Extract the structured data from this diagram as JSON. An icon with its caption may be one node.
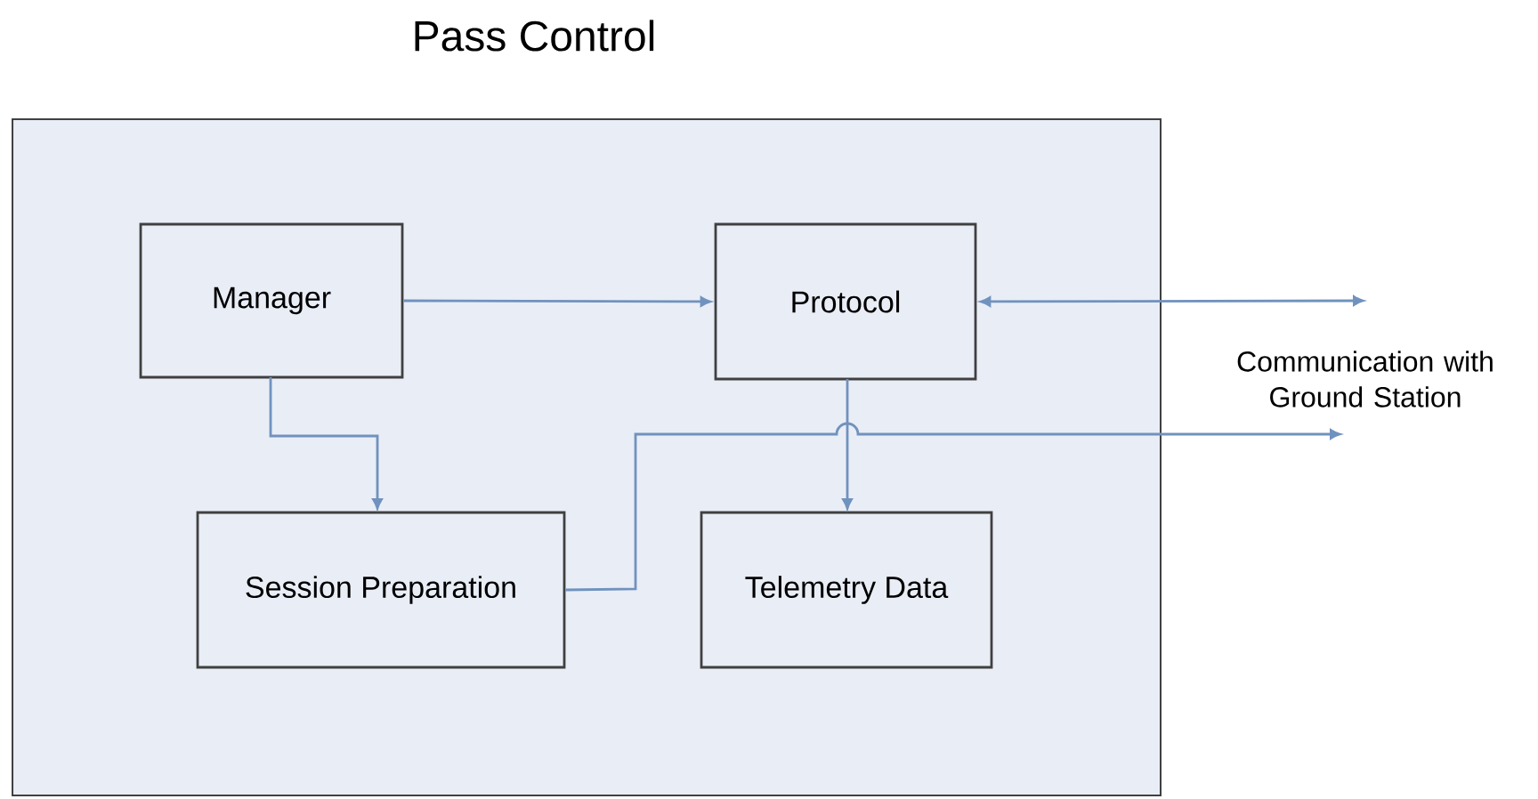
{
  "diagram": {
    "nodes": [
      {
        "text": [
          "Pass Control"
        ]
      },
      {
        "text": [
          "Manager"
        ],
        "in": 0
      },
      {
        "text": [
          "Protocol"
        ],
        "in": 0
      },
      {
        "text": [
          "Session Preparation"
        ],
        "in": 0
      },
      {
        "text": [
          "Telemetry Data"
        ],
        "in": 0
      },
      {
        "text": [
          "Communication with Ground Station"
        ]
      }
    ],
    "edges": [
      {
        "from": 1,
        "to": 2,
        "arrow": "to"
      },
      {
        "from": 1,
        "to": 3,
        "arrow": "to"
      },
      {
        "from": 2,
        "to": 4,
        "arrow": "to"
      },
      {
        "from": 2,
        "to": 5,
        "arrow": "both"
      },
      {
        "from": 3,
        "to": 5,
        "arrow": "to"
      }
    ]
  }
}
